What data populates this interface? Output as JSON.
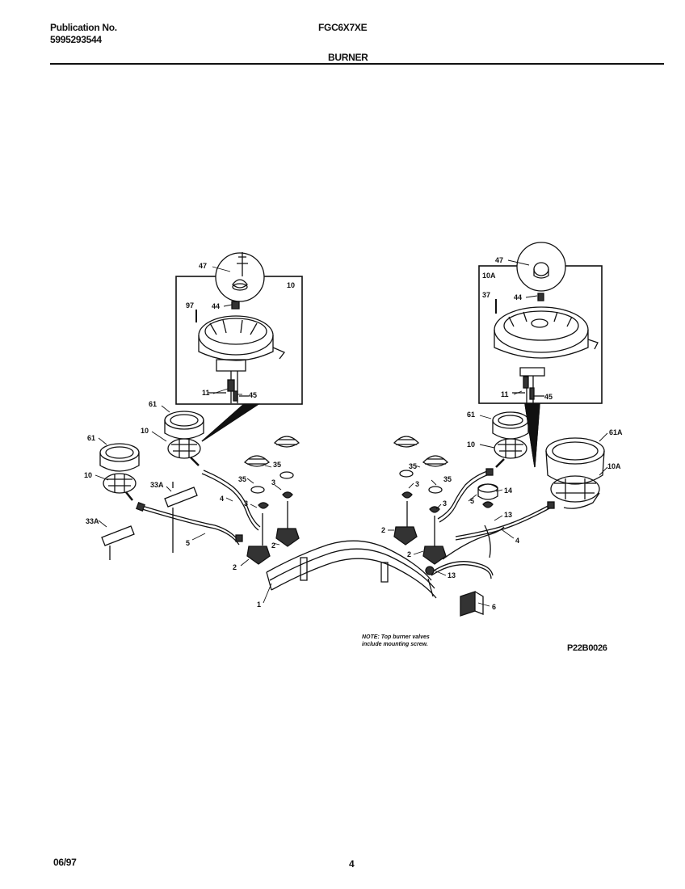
{
  "header": {
    "publication_label": "Publication No.",
    "publication_number": "5995293544",
    "model": "FGC6X7XE",
    "section_title": "BURNER"
  },
  "diagram": {
    "callouts": {
      "c47a": "47",
      "c10box": "10",
      "c97": "97",
      "c44a": "44",
      "c11a": "11",
      "c45a": "45",
      "c47b": "47",
      "c10abox": "10A",
      "c37": "37",
      "c44b": "44",
      "c11b": "11",
      "c45b": "45",
      "c61a": "61",
      "c61b": "61",
      "c10a": "10",
      "c10b": "10",
      "c33a1": "33A",
      "c33a2": "33A",
      "c4a": "4",
      "c35a": "35",
      "c35b": "35",
      "c3a": "3",
      "c3b": "3",
      "c5a": "5",
      "c2a": "2",
      "c2b": "2",
      "c1": "1",
      "c61c": "61",
      "c10c": "10",
      "c61d": "61A",
      "c10d": "10A",
      "c35c": "35",
      "c35d": "35",
      "c3c": "3",
      "c3d": "3",
      "c14": "14",
      "c5b": "5",
      "c13a": "13",
      "c4b": "4",
      "c2c": "2",
      "c2d": "2",
      "c13b": "13",
      "c6": "6"
    },
    "note_line1": "NOTE: Top burner valves",
    "note_line2": "include mounting screw.",
    "drawing_code": "P22B0026"
  },
  "footer": {
    "date": "06/97",
    "page": "4"
  }
}
